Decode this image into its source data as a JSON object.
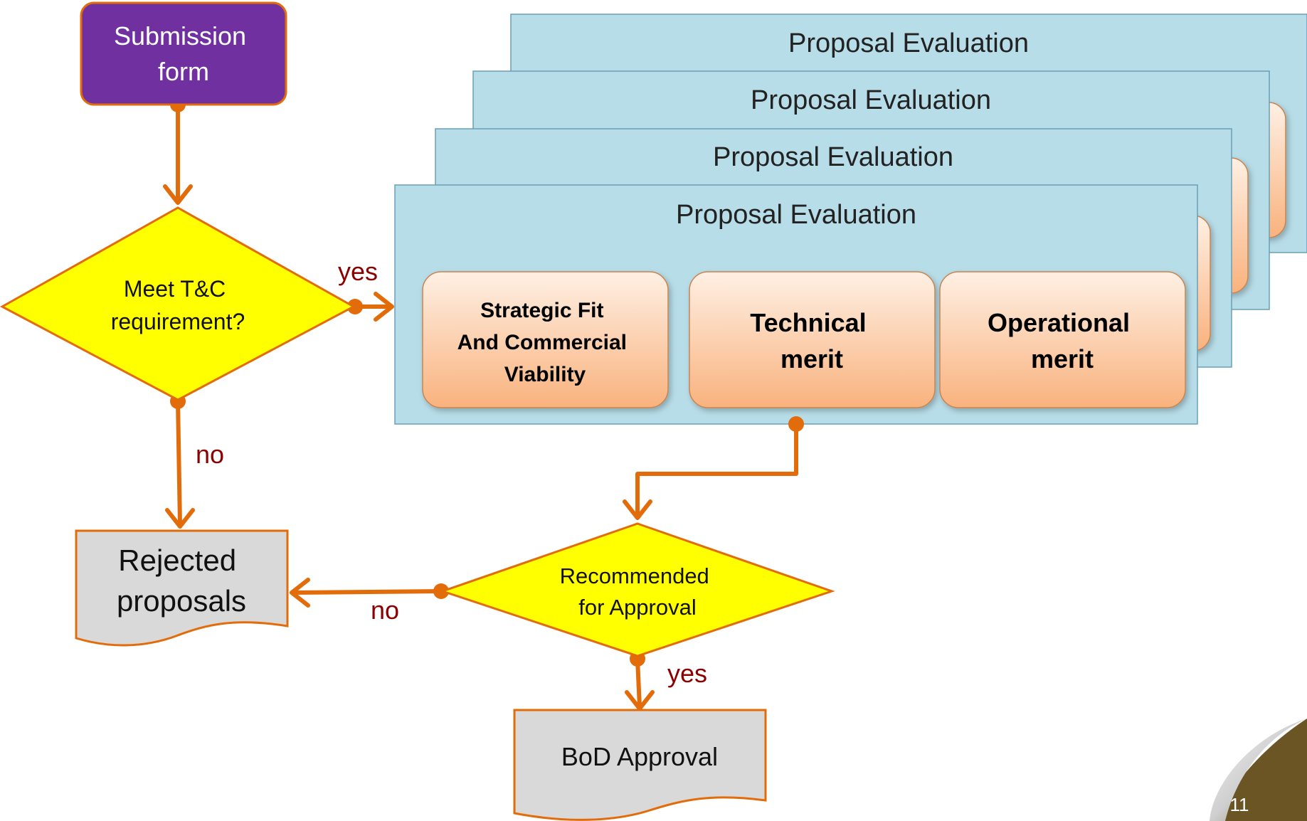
{
  "nodes": {
    "submission_form": [
      "Submission",
      "form"
    ],
    "meet_tc": [
      "Meet T&C",
      "requirement?"
    ],
    "rejected": [
      "Rejected",
      "proposals"
    ],
    "recommended": [
      "Recommended",
      "for Approval"
    ],
    "bod": [
      "BoD Approval"
    ],
    "evaluation_titles": [
      "Proposal Evaluation",
      "Proposal Evaluation",
      "Proposal Evaluation",
      "Proposal Evaluation"
    ],
    "criteria": [
      [
        "Strategic Fit",
        "And Commercial",
        "Viability"
      ],
      [
        "Technical",
        "merit"
      ],
      [
        "Operational",
        "merit"
      ]
    ]
  },
  "edge_labels": {
    "meet_yes": "yes",
    "meet_no": "no",
    "rec_no": "no",
    "rec_yes": "yes"
  },
  "page_number": "11",
  "colors": {
    "connector": "#e36c0a",
    "submission_fill": "#7030a0",
    "decision_fill": "#ffff00",
    "evaluation_fill": "#b7dde8",
    "criteria_top": "#fde9d9",
    "criteria_bottom": "#fab789",
    "document_fill": "#d9d9d9",
    "label_text": "#8b0000"
  }
}
